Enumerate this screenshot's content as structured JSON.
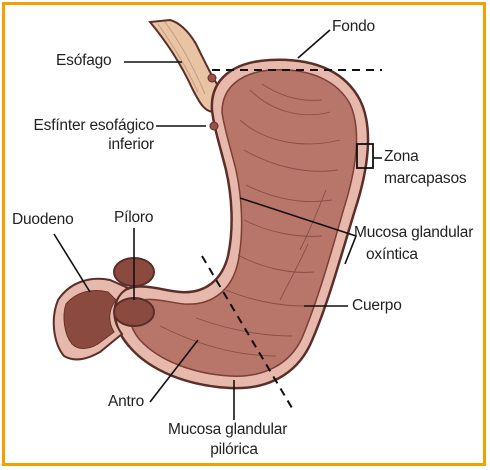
{
  "colors": {
    "frame": "#f5a000",
    "stomach_fill": "#b8766a",
    "stomach_outline": "#5b2e28",
    "wall_layer": "#e7b9ad",
    "esophagus": "#e8c3a4",
    "lumen": "#8a4a40",
    "label_text": "#222222"
  },
  "labels": {
    "fondo": "Fondo",
    "esofago": "Esófago",
    "esfinter_line1": "Esfínter esofágico",
    "esfinter_line2": "inferior",
    "zona_line1": "Zona",
    "zona_line2": "marcapasos",
    "duodeno": "Duodeno",
    "piloro": "Píloro",
    "mucosa_oxintica_line1": "Mucosa glandular",
    "mucosa_oxintica_line2": "oxíntica",
    "cuerpo": "Cuerpo",
    "antro": "Antro",
    "mucosa_pilorica_line1": "Mucosa glandular",
    "mucosa_pilorica_line2": "pilórica"
  }
}
